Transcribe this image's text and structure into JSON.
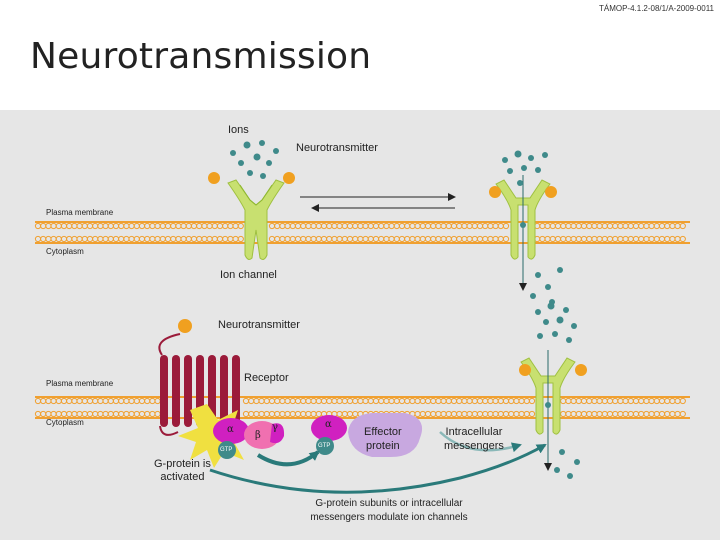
{
  "header": {
    "code": "TÁMOP-4.1.2-08/1/A-2009-0011"
  },
  "title": "Neurotransmission",
  "labels": {
    "ions": "Ions",
    "neurotransmitter_top": "Neurotransmitter",
    "plasma_membrane_top": "Plasma membrane",
    "cytoplasm_top": "Cytoplasm",
    "ion_channel": "Ion channel",
    "neurotransmitter_mid": "Neurotransmitter",
    "receptor": "Receptor",
    "plasma_membrane_bottom": "Plasma membrane",
    "cytoplasm_bottom": "Cytoplasm",
    "alpha": "α",
    "beta": "β",
    "gamma": "γ",
    "alpha_2": "α",
    "gtp_1": "GTP",
    "gtp_2": "GTP",
    "effector_protein_line1": "Effector",
    "effector_protein_line2": "protein",
    "intracellular_line1": "Intracellular",
    "intracellular_line2": "messengers",
    "gprotein_activated_line1": "G-protein is",
    "gprotein_activated_line2": "activated",
    "modulate_line1": "G-protein subunits or intracellular",
    "modulate_line2": "messengers modulate ion channels"
  },
  "colors": {
    "membrane": "#f0a030",
    "channel": "#c8e070",
    "channel_dark": "#8fb830",
    "ion": "#3f8a8a",
    "neurotransmitter": "#f0a020",
    "receptor": "#9b1b3a",
    "gprotein_alpha": "#d020c0",
    "gprotein_beta": "#f070b0",
    "effector": "#c8a8e0",
    "gtp_star": "#f0e040",
    "arrow": "#2a7a7a",
    "panel": "#e6e6e6"
  }
}
